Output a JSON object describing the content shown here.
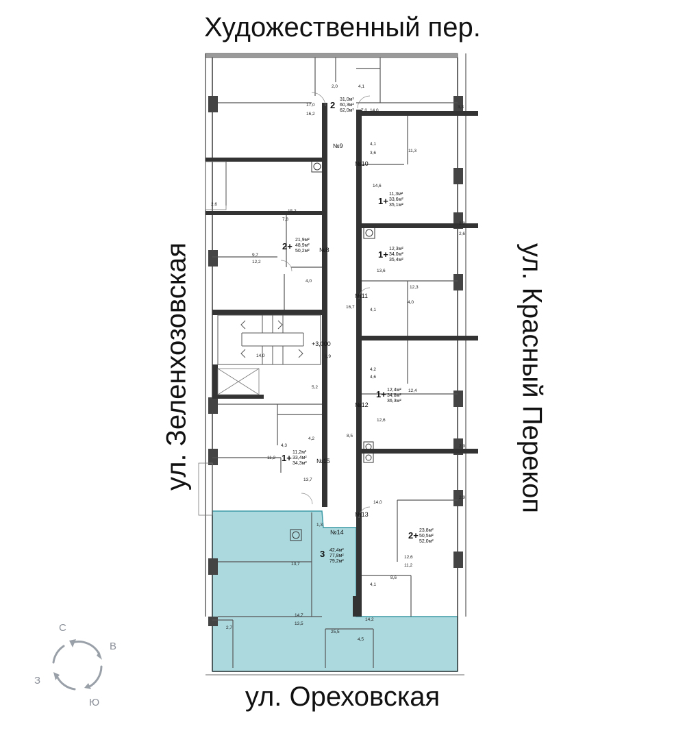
{
  "streets": {
    "top": "Художественный пер.",
    "bottom": "ул. Ореховская",
    "left": "ул. Зеленхозовская",
    "right": "ул. Красный Перекоп"
  },
  "colors": {
    "highlight": "#9dd2d8",
    "highlight_stroke": "#3b9aa5",
    "wall": "#3a3a3a",
    "thin_wall": "#555555",
    "compass": "#9aa0a8"
  },
  "stair_level": "+3,000",
  "apartments": [
    {
      "id": "apt-2-top",
      "rooms": "2",
      "areas": [
        "31,0м²",
        "60,3м²",
        "62,0м²"
      ]
    },
    {
      "id": "apt-1-a",
      "rooms": "1+",
      "areas": [
        "11,3м²",
        "33,6м²",
        "35,1м²"
      ]
    },
    {
      "id": "apt-2-left",
      "rooms": "2+",
      "areas": [
        "21,9м²",
        "48,9м²",
        "50,2м²"
      ]
    },
    {
      "id": "apt-1-b",
      "rooms": "1+",
      "areas": [
        "12,3м²",
        "34,0м²",
        "35,4м²"
      ]
    },
    {
      "id": "apt-1-c",
      "rooms": "1+",
      "areas": [
        "12,4м²",
        "34,8м²",
        "36,3м²"
      ]
    },
    {
      "id": "apt-1-d",
      "rooms": "1+",
      "areas": [
        "11,2м²",
        "33,4м²",
        "34,3м²"
      ]
    },
    {
      "id": "apt-2-right",
      "rooms": "2+",
      "areas": [
        "23,8м²",
        "50,5м²",
        "52,0м²"
      ]
    },
    {
      "id": "apt-3-selected",
      "rooms": "3",
      "areas": [
        "42,4м²",
        "77,8м²",
        "79,2м²"
      ]
    }
  ],
  "unit_numbers": [
    "№9",
    "№10",
    "№8",
    "№11",
    "№12",
    "№15",
    "№13",
    "№14"
  ],
  "room_dims": [
    "2,0",
    "4,1",
    "17,0",
    "16,2",
    "7,0",
    "14,0",
    "3,3",
    "4,1",
    "3,6",
    "11,3",
    "2,6",
    "15,2",
    "7,8",
    "14,6",
    "2,9",
    "2,6",
    "9,7",
    "12,2",
    "4,0",
    "13,6",
    "12,3",
    "16,7",
    "4,1",
    "4,0",
    "14,0",
    "8,9",
    "5,2",
    "4,2",
    "4,6",
    "12,4",
    "12,6",
    "8,5",
    "4,2",
    "4,3",
    "11,2",
    "2,9",
    "2,9",
    "13,7",
    "14,0",
    "1,3",
    "13,7",
    "12,6",
    "11,2",
    "8,6",
    "4,1",
    "14,7",
    "13,5",
    "14,2",
    "2,7",
    "25,5",
    "4,5"
  ],
  "compass": {
    "n": "С",
    "e": "В",
    "s": "Ю",
    "w": "З"
  }
}
